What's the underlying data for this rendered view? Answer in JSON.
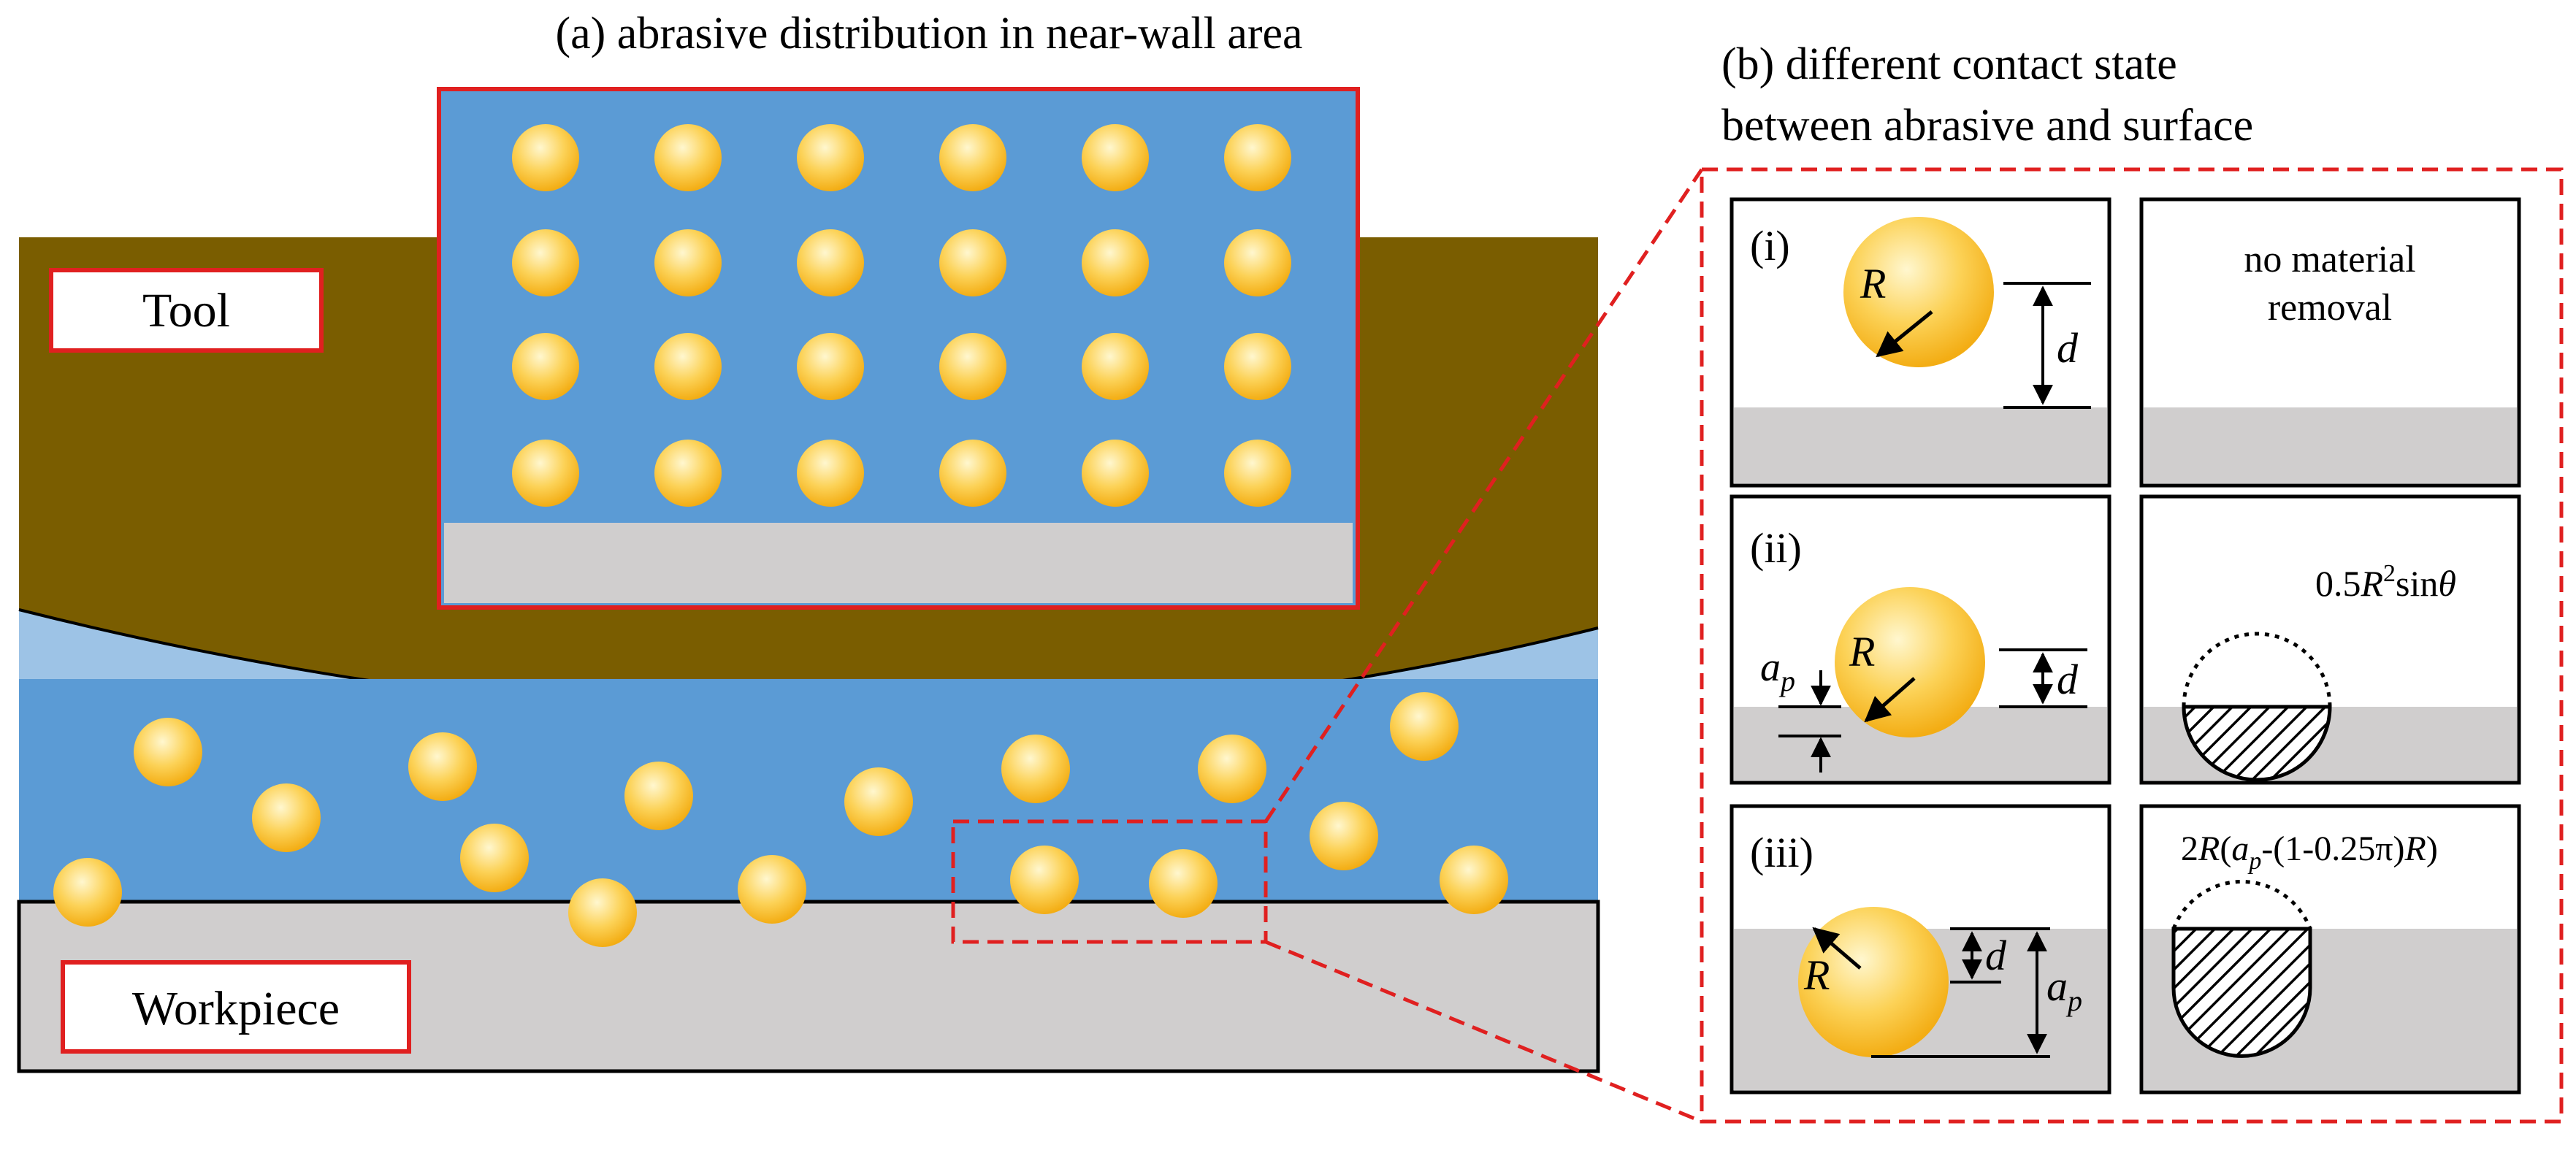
{
  "panel_a": {
    "title": "(a) abrasive distribution in near-wall area",
    "tool_label": "Tool",
    "workpiece_label": "Workpiece"
  },
  "panel_b": {
    "title_line1": "(b) different contact state",
    "title_line2": "between  abrasive and surface",
    "cases": [
      {
        "id": "(i)",
        "radius_label": "R",
        "distance_label": "d",
        "result_line1": "no material",
        "result_line2": "removal"
      },
      {
        "id": "(ii)",
        "radius_label": "R",
        "distance_label": "d",
        "depth_label": "a",
        "depth_sub": "p",
        "formula": {
          "prefix": "0.5",
          "r": "R",
          "exp": "2",
          "fn": "sin",
          "theta": "θ"
        }
      },
      {
        "id": "(iii)",
        "radius_label": "R",
        "distance_label": "d",
        "depth_label": "a",
        "depth_sub": "p",
        "formula": {
          "lead": "2",
          "r1": "R",
          "open": "(",
          "a": "a",
          "sub": "p",
          "mid": "-(1-0.25π)",
          "r2": "R",
          "close": ")"
        }
      }
    ]
  },
  "colors": {
    "tool": "#7a5d00",
    "fluid": "#5b9bd5",
    "fluid_light": "#9dc3e6",
    "workpiece": "#d0cece",
    "abrasive_center": "#fff6c8",
    "abrasive_edge": "#f6b81c",
    "highlight": "#e02020"
  }
}
